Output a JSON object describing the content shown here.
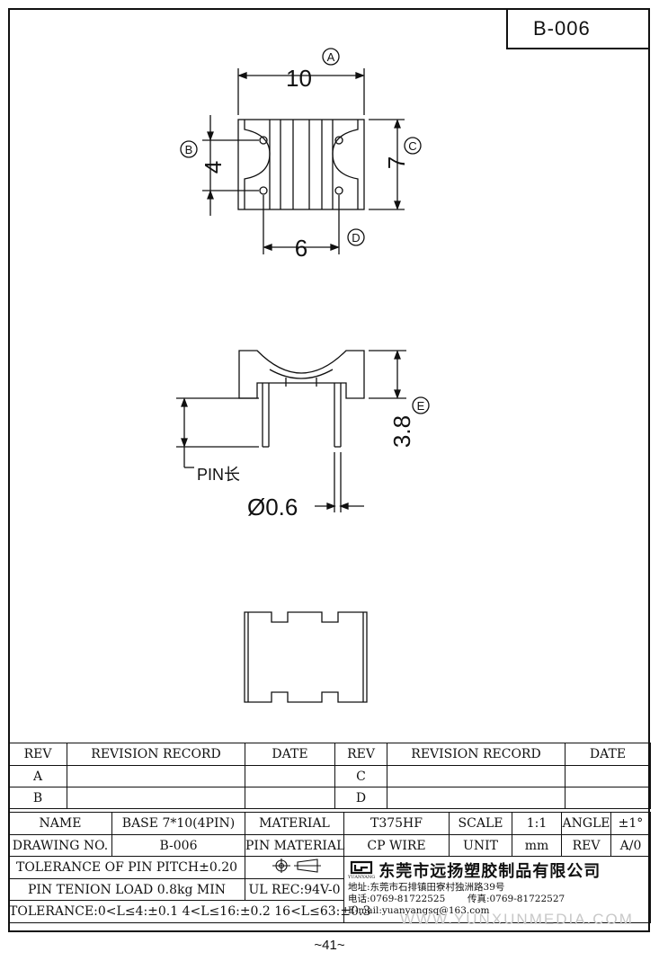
{
  "drawing_code": "B-006",
  "dims": {
    "width": "10",
    "width_marker": "A",
    "pin_pitch": "4",
    "pin_pitch_marker": "B",
    "length": "7",
    "length_marker": "C",
    "pin_row": "6",
    "pin_row_marker": "D",
    "height": "3.8",
    "height_marker": "E",
    "pin_length": "PIN长",
    "pin_diameter": "Ø0.6"
  },
  "revision_table": {
    "headers": [
      "REV",
      "REVISION RECORD",
      "DATE",
      "REV",
      "REVISION RECORD",
      "DATE"
    ],
    "rows": [
      {
        "left_rev": "A",
        "right_rev": "C"
      },
      {
        "left_rev": "B",
        "right_rev": "D"
      }
    ]
  },
  "title_block": {
    "name_label": "NAME",
    "name_value": "BASE 7*10(4PIN)",
    "material_label": "MATERIAL",
    "material_value": "T375HF",
    "scale_label": "SCALE",
    "scale_value": "1:1",
    "angle_label": "ANGLE",
    "angle_value": "±1°",
    "drawing_no_label": "DRAWING NO.",
    "drawing_no_value": "B-006",
    "pin_material_label": "PIN MATERIAL",
    "pin_material_value": "CP WIRE",
    "unit_label": "UNIT",
    "unit_value": "mm",
    "rev_label": "REV",
    "rev_value": "A/0",
    "tolerance_pitch": "TOLERANCE OF PIN PITCH±0.20",
    "pin_tension": "PIN TENION LOAD 0.8kg MIN",
    "ul": "UL REC:94V-0",
    "tolerance_general": "TOLERANCE:0<L≤4:±0.1  4<L≤16:±0.2  16<L≤63:±0.3",
    "company_name": "东莞市远扬塑胶制品有限公司",
    "logo_text": "YUANYANG",
    "address": "地址:东莞市石排镇田寮村独洲路39号",
    "phone": "电话:0769-81722525",
    "fax": "传真:0769-81722527",
    "email": "E-mail:yuanyangsq@163.com"
  },
  "watermark": "WWW.YUNXUNMEDIA.COM",
  "page_number": "~41~"
}
